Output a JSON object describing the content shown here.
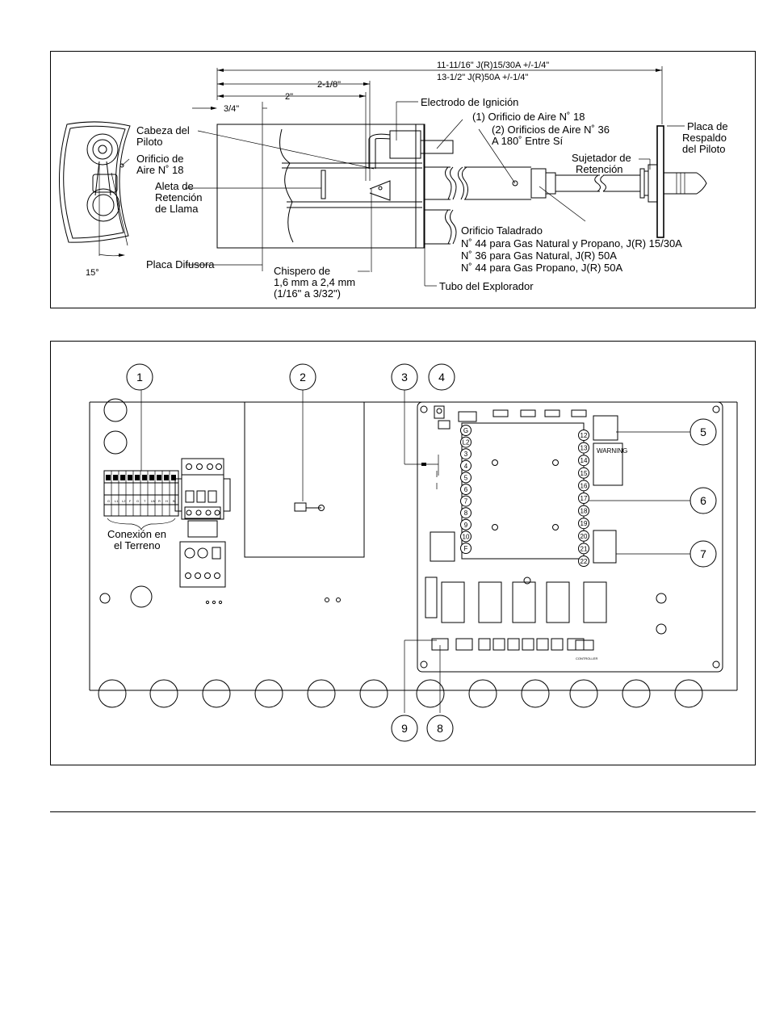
{
  "pilot_diagram": {
    "dimensions": {
      "overall_j15_30": "11-11/16\" J(R)15/30A +/-1/4\"",
      "overall_j50": "13-1/2\" J(R)50A +/-1/4\"",
      "d_2_1_8": "2-1/8\"",
      "d_2": "2\"",
      "d_3_4": "3/4\"",
      "angle": "15°"
    },
    "labels": {
      "electrode": "Electrodo de Ignición",
      "air_orifice_1": "(1) Orificio de Aire N˚ 18",
      "air_orifices_2_l1": "(2) Orificios de Aire N˚ 36",
      "air_orifices_2_l2": "A 180˚ Entre Sí",
      "backplate_l1": "Placa de",
      "backplate_l2": "Respaldo",
      "backplate_l3": "del Piloto",
      "pilot_head_l1": "Cabeza del",
      "pilot_head_l2": "Piloto",
      "left_orifice_l1": "Orificio de",
      "left_orifice_l2": "Aire N˚ 18",
      "fastener_l1": "Sujetador de",
      "fastener_l2": "Retención",
      "flame_fin_l1": "Aleta de",
      "flame_fin_l2": "Retención",
      "flame_fin_l3": "de Llama",
      "drilled_orifice": "Orificio Taladrado",
      "drill_1": "N˚ 44 para Gas Natural y Propano, J(R) 15/30A",
      "drill_2": "N˚ 36 para Gas Natural, J(R) 50A",
      "drill_3": "N˚ 44 para Gas Propano, J(R) 50A",
      "diffuser": "Placa Difusora",
      "spark_gap_l1": "Chispero de",
      "spark_gap_l2": "1,6 mm a 2,4 mm",
      "spark_gap_l3": "(1/16\" a 3/32\")",
      "scanner_tube": "Tubo del Explorador"
    }
  },
  "board_diagram": {
    "callouts": [
      "1",
      "2",
      "3",
      "4",
      "5",
      "6",
      "7",
      "8",
      "9"
    ],
    "field_connection_l1": "Conexión en",
    "field_connection_l2": "el Terreno",
    "terminal_labels": [
      "G",
      "L2",
      "3",
      "4",
      "5",
      "6",
      "7",
      "8",
      "9",
      "10",
      "F"
    ],
    "terminal_labels_right": [
      "12",
      "13",
      "14",
      "15",
      "16",
      "17",
      "18",
      "19",
      "20",
      "21",
      "22"
    ],
    "strip_labels": [
      "G",
      "L1",
      "L2",
      "F",
      "G",
      "T",
      "LW",
      "R",
      "H",
      "B"
    ],
    "warning": "WARNING",
    "controller": "CONTROLLER"
  }
}
